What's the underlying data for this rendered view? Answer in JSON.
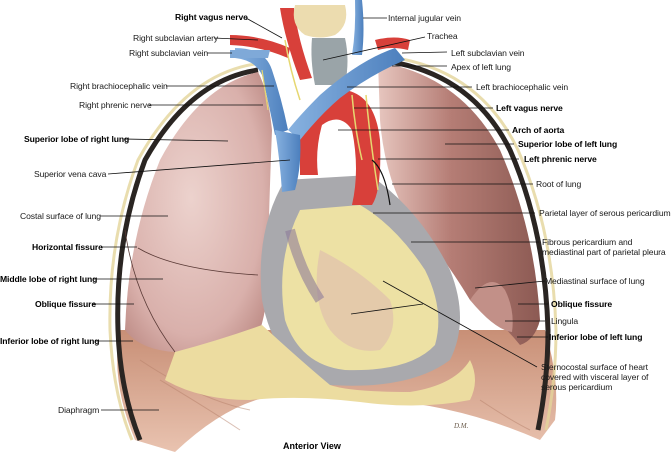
{
  "figure": {
    "caption": "Anterior View",
    "signature": "D.M.",
    "colors": {
      "lung": "#d9b0ab",
      "lung_left_dark": "#a8736c",
      "vein": "#5c8fc9",
      "artery": "#d8403a",
      "pericardium": "#a9a9ad",
      "fat": "#ede1a4",
      "diaphragm": "#d6a48c",
      "pleura_edge": "#2a2522",
      "trachea": "#9aa4a8",
      "thyroid": "#ecdcaf",
      "nerve": "#e6d770",
      "leader_line": "#111111"
    }
  },
  "labels_left": [
    {
      "text": "Right vagus nerve",
      "bold": true
    },
    {
      "text": "Right subclavian artery",
      "bold": false
    },
    {
      "text": "Right subclavian vein",
      "bold": false
    },
    {
      "text": "Right brachiocephalic vein",
      "bold": false
    },
    {
      "text": "Right phrenic nerve",
      "bold": false
    },
    {
      "text": "Superior lobe of right lung",
      "bold": true
    },
    {
      "text": "Superior vena cava",
      "bold": false
    },
    {
      "text": "Costal surface of lung",
      "bold": false
    },
    {
      "text": "Horizontal fissure",
      "bold": true
    },
    {
      "text": "Middle lobe of right lung",
      "bold": true
    },
    {
      "text": "Oblique fissure",
      "bold": true
    },
    {
      "text": "Inferior lobe of right lung",
      "bold": true
    },
    {
      "text": "Diaphragm",
      "bold": false
    }
  ],
  "labels_right": [
    {
      "text": "Internal jugular vein",
      "bold": false
    },
    {
      "text": "Trachea",
      "bold": false
    },
    {
      "text": "Left subclavian vein",
      "bold": false
    },
    {
      "text": "Apex of left lung",
      "bold": false
    },
    {
      "text": "Left brachiocephalic vein",
      "bold": false
    },
    {
      "text": "Left vagus nerve",
      "bold": true
    },
    {
      "text": "Arch of aorta",
      "bold": true
    },
    {
      "text": "Superior lobe of left lung",
      "bold": true
    },
    {
      "text": "Left phrenic nerve",
      "bold": true
    },
    {
      "text": "Root of lung",
      "bold": false
    },
    {
      "text": "Parietal layer of serous pericardium",
      "bold": false
    },
    {
      "text": "Fibrous pericardium and mediastinal part of parietal pleura",
      "bold": false
    },
    {
      "text": "Mediastinal surface of lung",
      "bold": false
    },
    {
      "text": "Oblique fissure",
      "bold": true
    },
    {
      "text": "Lingula",
      "bold": false
    },
    {
      "text": "Inferior lobe of left lung",
      "bold": true
    },
    {
      "text": "Sternocostal surface of heart covered with visceral layer of serous pericardium",
      "bold": false
    }
  ]
}
